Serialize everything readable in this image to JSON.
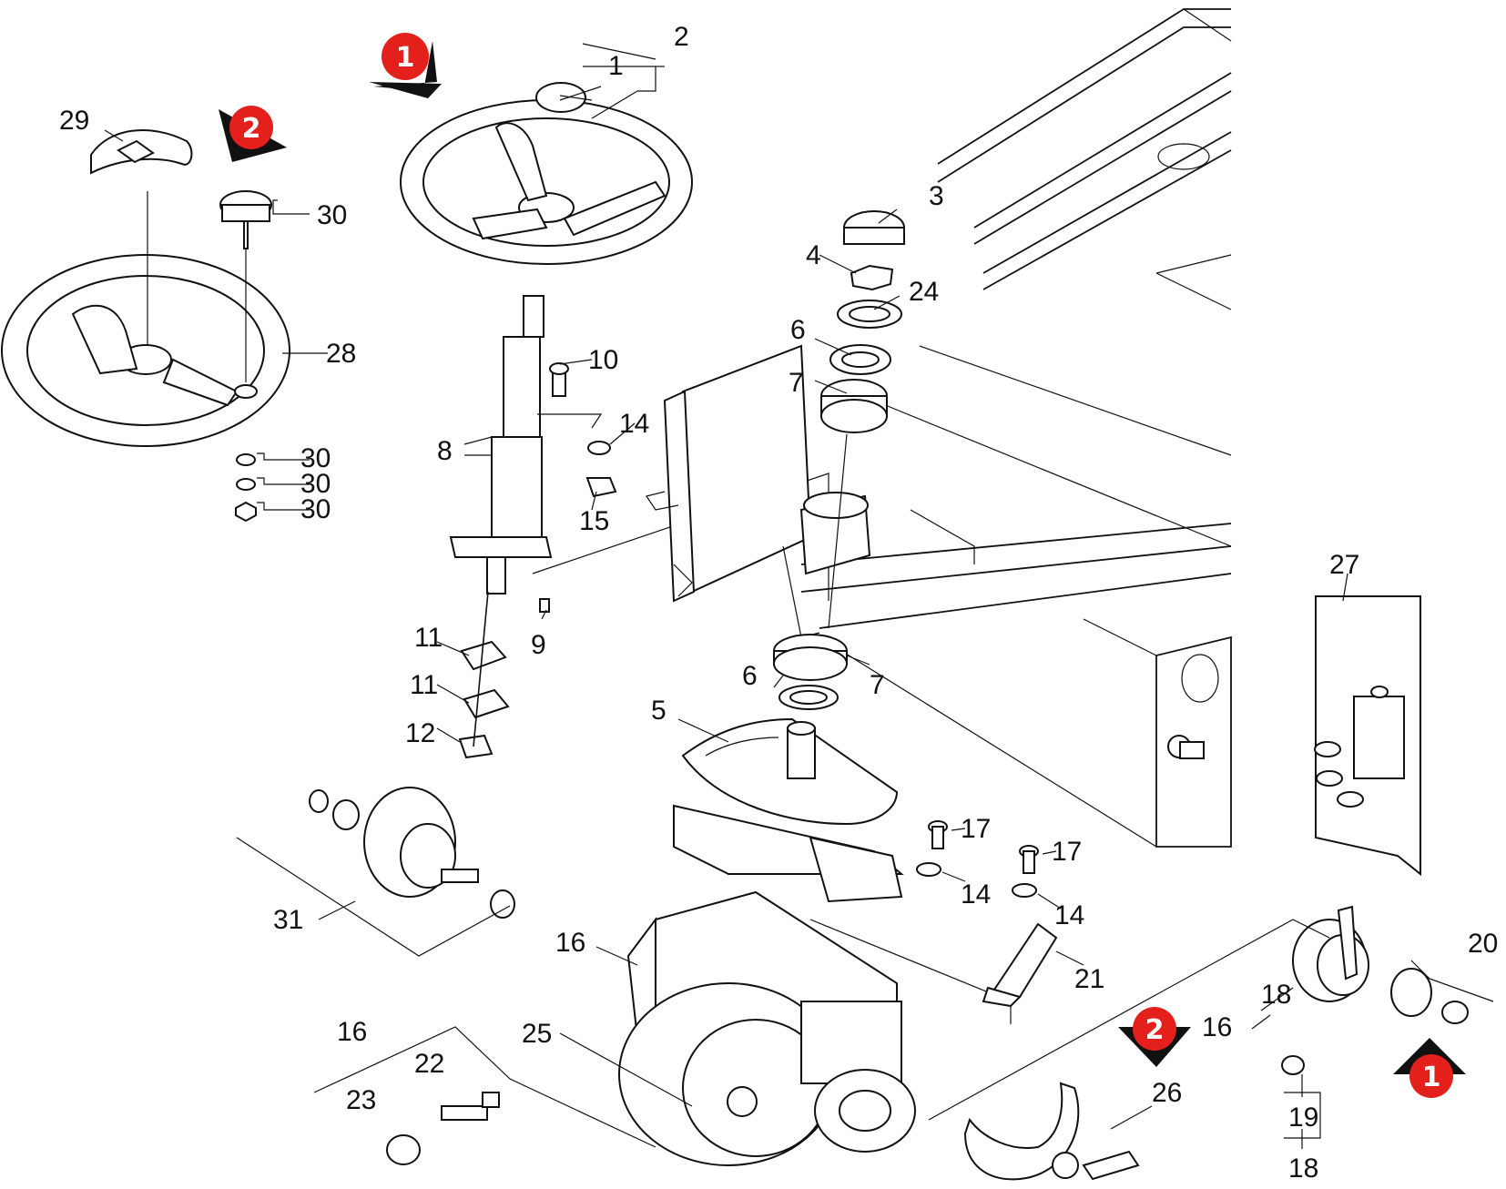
{
  "diagram": {
    "callouts": [
      {
        "key": "c1",
        "label": "1"
      },
      {
        "key": "c2",
        "label": "2"
      },
      {
        "key": "c3",
        "label": "3"
      },
      {
        "key": "c4",
        "label": "4"
      },
      {
        "key": "c24",
        "label": "24"
      },
      {
        "key": "c6a",
        "label": "6"
      },
      {
        "key": "c7a",
        "label": "7"
      },
      {
        "key": "c10",
        "label": "10"
      },
      {
        "key": "c14a",
        "label": "14"
      },
      {
        "key": "c8",
        "label": "8"
      },
      {
        "key": "c15",
        "label": "15"
      },
      {
        "key": "c9",
        "label": "9"
      },
      {
        "key": "c11a",
        "label": "11"
      },
      {
        "key": "c11b",
        "label": "11"
      },
      {
        "key": "c12",
        "label": "12"
      },
      {
        "key": "c6b",
        "label": "6"
      },
      {
        "key": "c7b",
        "label": "7"
      },
      {
        "key": "c5",
        "label": "5"
      },
      {
        "key": "c29",
        "label": "29"
      },
      {
        "key": "c30a",
        "label": "30"
      },
      {
        "key": "c28",
        "label": "28"
      },
      {
        "key": "c30b",
        "label": "30"
      },
      {
        "key": "c30c",
        "label": "30"
      },
      {
        "key": "c30d",
        "label": "30"
      },
      {
        "key": "c27",
        "label": "27"
      },
      {
        "key": "c17a",
        "label": "17"
      },
      {
        "key": "c17b",
        "label": "17"
      },
      {
        "key": "c14b",
        "label": "14"
      },
      {
        "key": "c14c",
        "label": "14"
      },
      {
        "key": "c21",
        "label": "21"
      },
      {
        "key": "c31",
        "label": "31"
      },
      {
        "key": "c16a",
        "label": "16"
      },
      {
        "key": "c25",
        "label": "25"
      },
      {
        "key": "c16b",
        "label": "16"
      },
      {
        "key": "c22",
        "label": "22"
      },
      {
        "key": "c23",
        "label": "23"
      },
      {
        "key": "c20",
        "label": "20"
      },
      {
        "key": "c18a",
        "label": "18"
      },
      {
        "key": "c16c",
        "label": "16"
      },
      {
        "key": "c19",
        "label": "19"
      },
      {
        "key": "c18b",
        "label": "18"
      },
      {
        "key": "c26",
        "label": "26"
      }
    ],
    "view_markers": [
      {
        "key": "m1a",
        "label": "1",
        "color": "#e3201b"
      },
      {
        "key": "m2a",
        "label": "2",
        "color": "#e3201b"
      },
      {
        "key": "m2b",
        "label": "2",
        "color": "#e3201b"
      },
      {
        "key": "m1b",
        "label": "1",
        "color": "#e3201b"
      }
    ]
  }
}
